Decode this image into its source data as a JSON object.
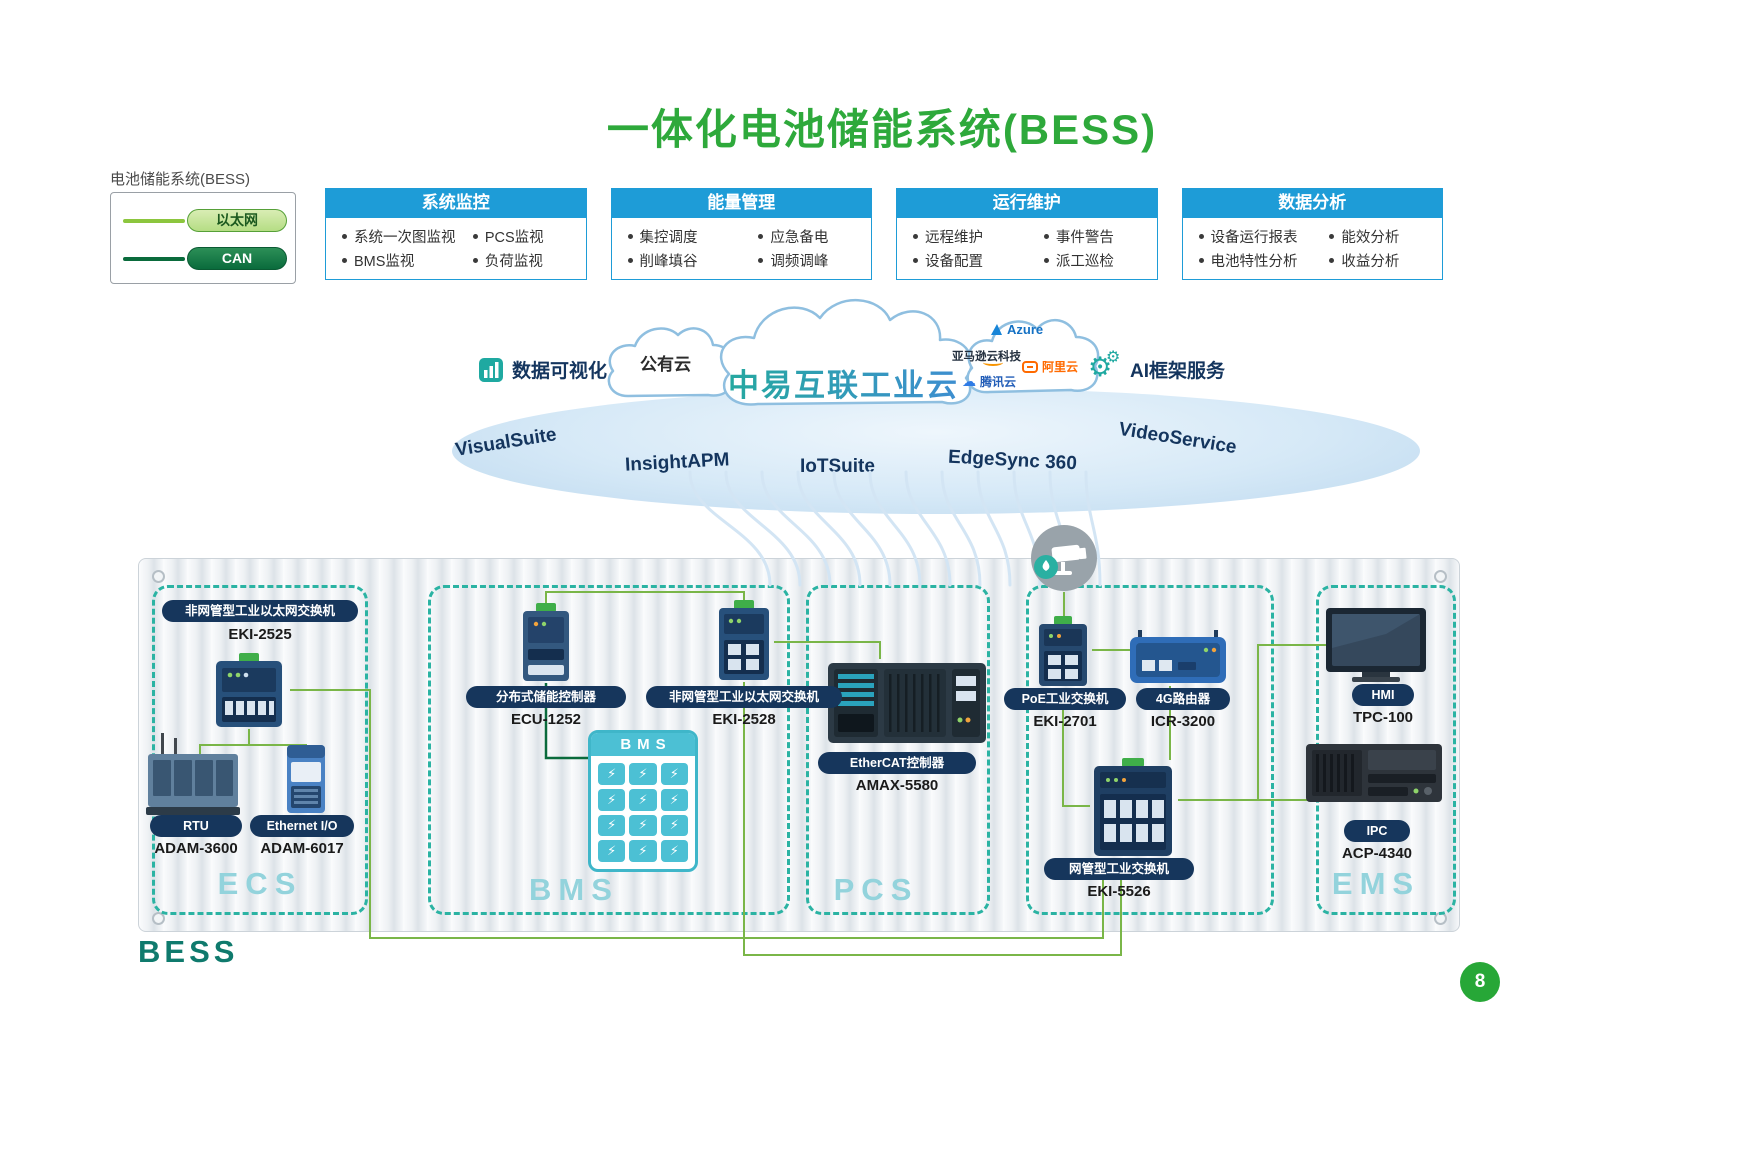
{
  "page": {
    "title": "一体化电池储能系统(BESS)",
    "page_number": "8",
    "bess_label": "BESS"
  },
  "legend": {
    "title": "电池储能系统(BESS)",
    "ethernet_label": "以太网",
    "can_label": "CAN"
  },
  "panels": [
    {
      "title": "系统监控",
      "items": [
        "系统一次图监视",
        "PCS监视",
        "BMS监视",
        "负荷监视"
      ]
    },
    {
      "title": "能量管理",
      "items": [
        "集控调度",
        "应急备电",
        "削峰填谷",
        "调频调峰"
      ]
    },
    {
      "title": "运行维护",
      "items": [
        "远程维护",
        "事件警告",
        "设备配置",
        "派工巡检"
      ]
    },
    {
      "title": "数据分析",
      "items": [
        "设备运行报表",
        "能效分析",
        "电池特性分析",
        "收益分析"
      ]
    }
  ],
  "cloud": {
    "public_cloud_label": "公有云",
    "platform_name": "中易互联工业云",
    "data_visualization_label": "数据可视化",
    "ai_services_label": "AI框架服务",
    "vendors": {
      "azure": "Azure",
      "aws": "亚马逊云科技",
      "alibaba": "阿里云",
      "tencent": "腾讯云"
    },
    "ring_labels": [
      "VisualSuite",
      "InsightAPM",
      "IoTSuite",
      "EdgeSync 360",
      "VideoService"
    ]
  },
  "container": {
    "zones": {
      "ecs": {
        "letter": "ECS"
      },
      "bms": {
        "letter": "BMS",
        "pack_title": "BMS"
      },
      "pcs": {
        "letter": "PCS"
      },
      "ems": {
        "letter": "EMS"
      }
    },
    "devices": {
      "eki2525": {
        "badge": "非网管型工业以太网交换机",
        "model": "EKI-2525"
      },
      "adam3600": {
        "badge": "RTU",
        "model": "ADAM-3600"
      },
      "adam6017": {
        "badge": "Ethernet I/O",
        "model": "ADAM-6017"
      },
      "ecu1252": {
        "badge": "分布式储能控制器",
        "model": "ECU-1252"
      },
      "eki2528": {
        "badge": "非网管型工业以太网交换机",
        "model": "EKI-2528"
      },
      "amax5580": {
        "badge": "EtherCAT控制器",
        "model": "AMAX-5580"
      },
      "eki2701": {
        "badge": "PoE工业交换机",
        "model": "EKI-2701"
      },
      "icr3200": {
        "badge": "4G路由器",
        "model": "ICR-3200"
      },
      "eki5526": {
        "badge": "网管型工业交换机",
        "model": "EKI-5526"
      },
      "tpc100": {
        "badge": "HMI",
        "model": "TPC-100"
      },
      "acp4340": {
        "badge": "IPC",
        "model": "ACP-4340"
      }
    }
  },
  "icons": {
    "bolt": "⚡",
    "gear": "⚙",
    "cloud": "☁"
  },
  "colors": {
    "title_green": "#2EA93B",
    "panel_header_blue": "#1E9CD7",
    "badge_navy": "#16365C",
    "zone_dashed_teal": "#2BB3A3",
    "ethernet_line_green": "#8CC63E",
    "can_line_green": "#0A6B3C",
    "bess_teal": "#0F7A6D",
    "page_badge_green": "#27A737"
  }
}
